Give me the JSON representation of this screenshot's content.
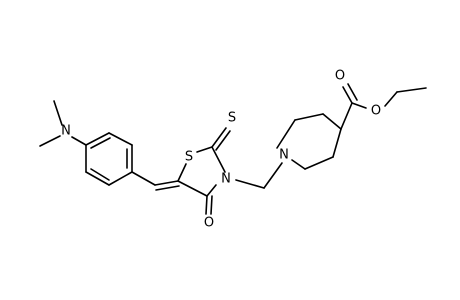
{
  "molecule": {
    "atoms": {
      "n_dimethylamino": "N",
      "s_ring": "S",
      "s_thione": "S",
      "n_thiazolidine": "N",
      "o_oxo": "O",
      "n_piperidine": "N",
      "o_carbonyl": "O",
      "o_ester": "O"
    }
  },
  "colors": {
    "bond": "#000000",
    "label": "#000000",
    "background": "#ffffff"
  }
}
